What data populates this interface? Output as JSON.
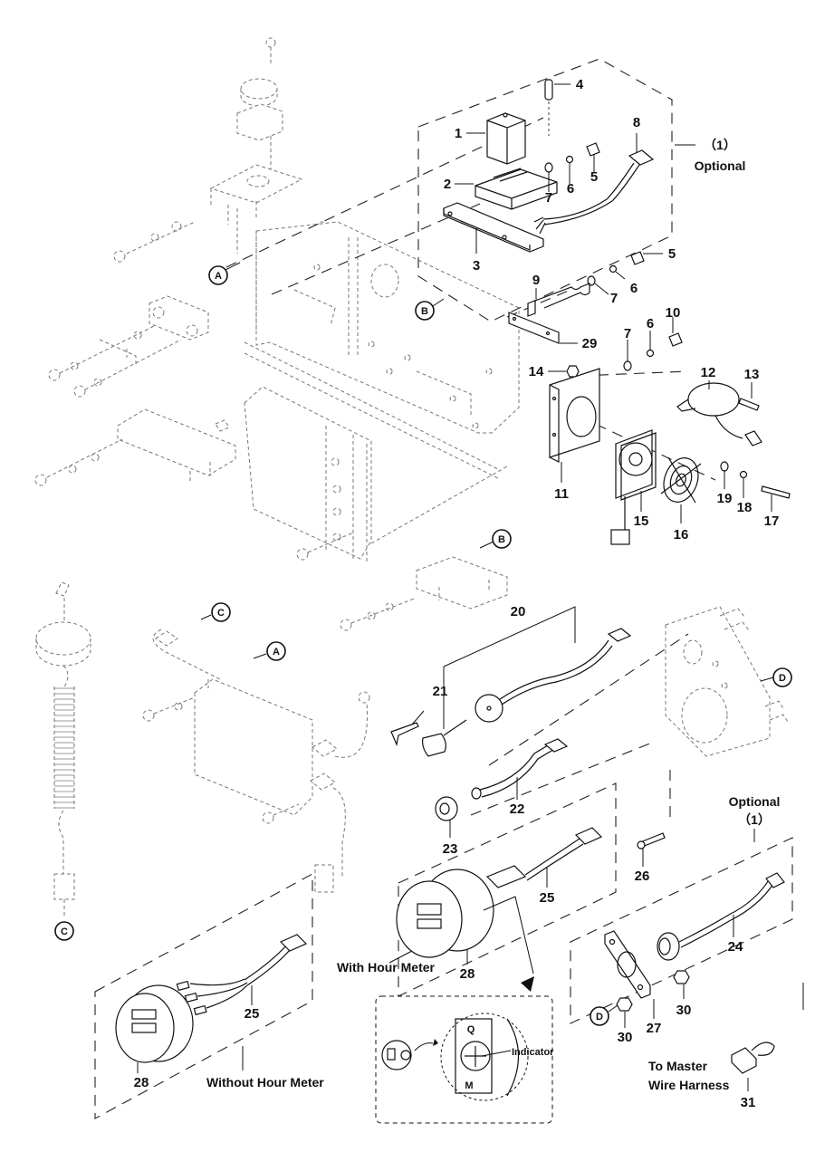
{
  "title": "Exploded parts diagram – electrical panel, charger and hour meter",
  "callouts": {
    "p1": "1",
    "p2": "2",
    "p3": "3",
    "p4": "4",
    "p5a": "5",
    "p5b": "5",
    "p6a": "6",
    "p6b": "6",
    "p6c": "6",
    "p7a": "7",
    "p7b": "7",
    "p7c": "7",
    "p8": "8",
    "p9": "9",
    "p10": "10",
    "p11": "11",
    "p12": "12",
    "p13": "13",
    "p14": "14",
    "p15": "15",
    "p16": "16",
    "p17": "17",
    "p18": "18",
    "p19": "19",
    "p20": "20",
    "p21": "21",
    "p22": "22",
    "p23": "23",
    "p24": "24",
    "p25a": "25",
    "p25b": "25",
    "p26": "26",
    "p27": "27",
    "p28a": "28",
    "p28b": "28",
    "p29": "29",
    "p30a": "30",
    "p30b": "30",
    "p31": "31"
  },
  "reference_markers": {
    "A1": "A",
    "A2": "A",
    "B1": "B",
    "B2": "B",
    "C1": "C",
    "C2": "C",
    "D1": "D",
    "D2": "D"
  },
  "group_labels": {
    "optional_top_num": "（1）",
    "optional_top": "Optional",
    "optional_bottom": "Optional",
    "optional_bottom_num": "（1）",
    "with_hour_meter": "With Hour Meter",
    "without_hour_meter": "Without Hour Meter",
    "to_master": "To Master",
    "wire_harness": "Wire Harness"
  },
  "detail_view": {
    "q_label": "Q",
    "m_label": "M",
    "indicator_label": "Indicator"
  }
}
